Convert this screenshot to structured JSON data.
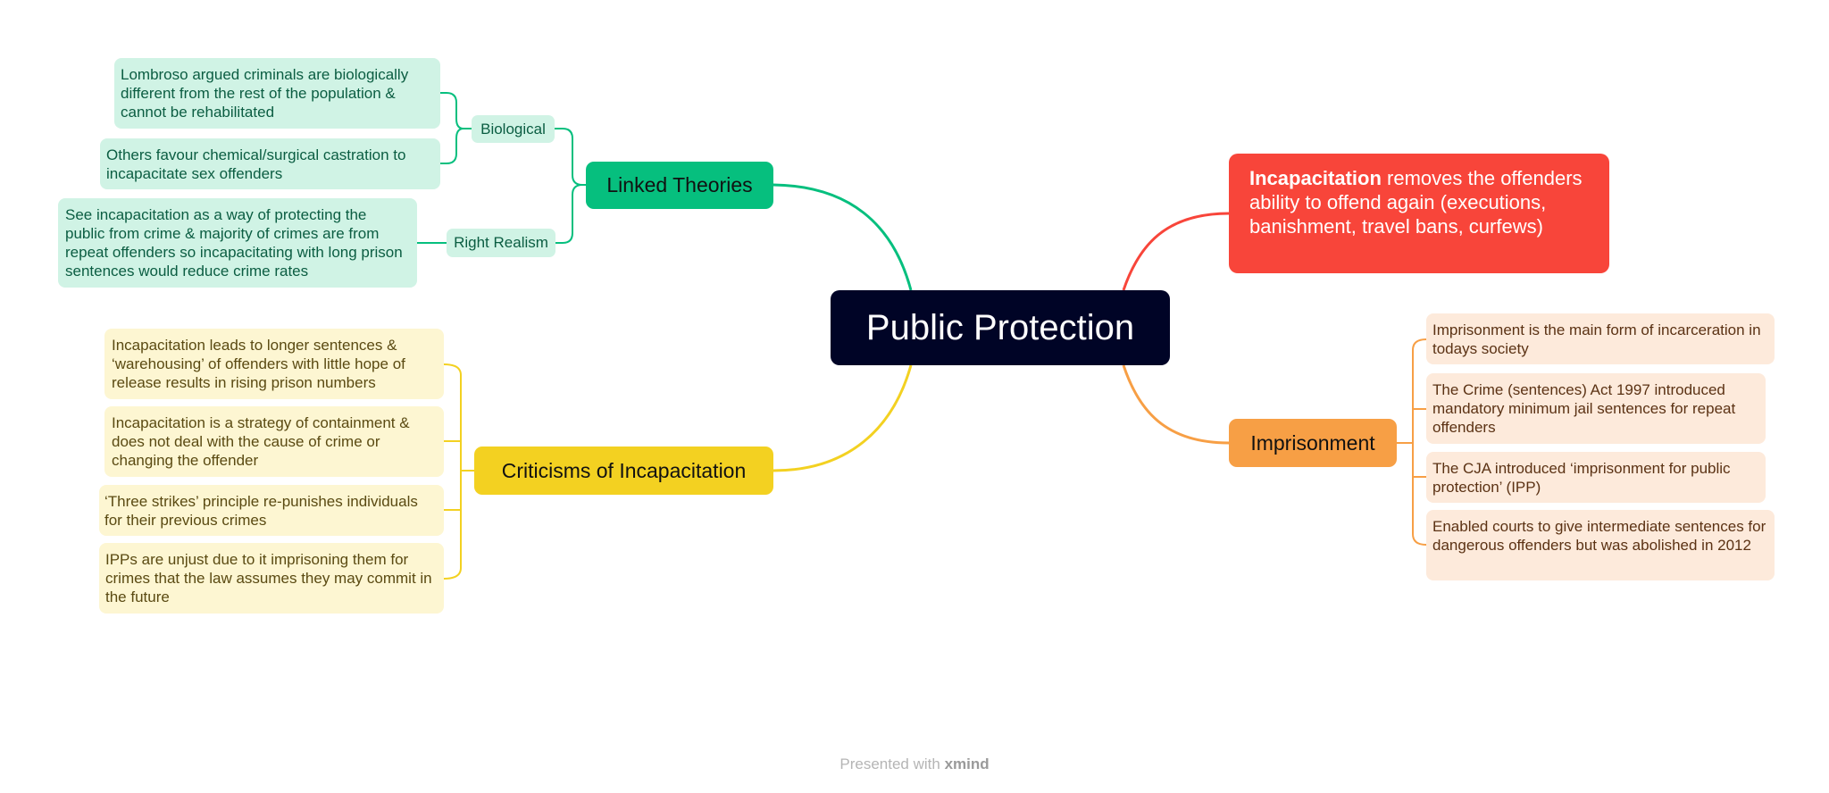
{
  "central": {
    "title": "Public Protection"
  },
  "linked_theories": {
    "label": "Linked Theories",
    "biological": {
      "label": "Biological",
      "points": [
        "Lombroso argued criminals are biologically different from the rest of the population & cannot be rehabilitated",
        "Others favour chemical/surgical castration to incapacitate sex offenders"
      ]
    },
    "right_realism": {
      "label": "Right Realism",
      "points": [
        "See incapacitation as a way of protecting the public from crime & majority of crimes are from repeat offenders so incapacitating with long prison sentences would reduce crime rates"
      ]
    }
  },
  "criticisms": {
    "label": "Criticisms of Incapacitation",
    "points": [
      "Incapacitation leads to longer sentences & ‘warehousing’ of offenders with little hope of release results in rising prison numbers",
      "Incapacitation is a strategy of containment & does not deal with the cause of crime or changing the offender",
      "‘Three strikes’ principle re-punishes individuals for their previous crimes",
      "IPPs are unjust due to it imprisoning them for crimes that the law assumes they may commit in the future"
    ]
  },
  "incapacitation": {
    "term": "Incapacitation",
    "definition": " removes the offenders ability to offend again (executions, banishment, travel bans, curfews)"
  },
  "imprisonment": {
    "label": "Imprisonment",
    "points": [
      "Imprisonment is the main form of incarceration in todays society",
      "The Crime (sentences) Act 1997 introduced mandatory minimum jail sentences for repeat offenders",
      "The CJA introduced ‘imprisonment for public protection’ (IPP)",
      "Enabled courts to give intermediate sentences for dangerous offenders but was abolished in 2012"
    ]
  },
  "footer": {
    "prefix": "Presented with ",
    "brand": "xmind"
  },
  "colors": {
    "central": "#000426",
    "linked_theories": "#06bf7e",
    "criticisms": "#f3d121",
    "incapacitation": "#f8453a",
    "imprisonment": "#f79f45"
  }
}
